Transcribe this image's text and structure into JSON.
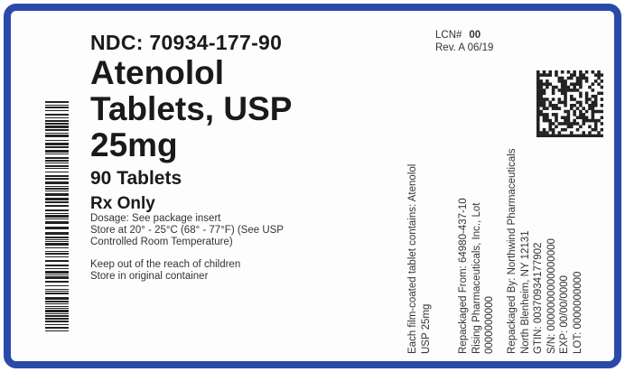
{
  "label": {
    "ndc": "NDC: 70934-177-90",
    "drug_name_line1": "Atenolol",
    "drug_name_line2": "Tablets, USP",
    "strength": "25mg",
    "count": "90 Tablets",
    "rx": "Rx Only",
    "dosage": "Dosage: See package insert",
    "storage_line1": "Store at 20° - 25°C (68° - 77°F) (See USP",
    "storage_line2": "Controlled Room Temperature)",
    "warning1": "Keep out of the reach of children",
    "warning2": "Store in original container",
    "lcn_label": "LCN#",
    "lcn_value": "00",
    "rev": "Rev. A 06/19",
    "contents_line1": "Each film-coated tablet contains: Atenolol",
    "contents_line2": "USP 25mg",
    "repack_from_line1": "Repackaged From: 64980-437-10",
    "repack_from_line2": "Rising Pharmaceuticals, Inc., Lot",
    "repack_from_line3": "0000000000",
    "repack_by_line1": "Repackaged By: Northwind Pharmaceuticals",
    "repack_by_line2": "North Blenheim, NY 12131",
    "gtin": "GTIN: 00370934177902",
    "sn": "S/N: 0000000000000000",
    "exp": "EXP: 00/00/0000",
    "lot": "LOT: 0000000000"
  },
  "colors": {
    "border": "#2a4aa8"
  }
}
